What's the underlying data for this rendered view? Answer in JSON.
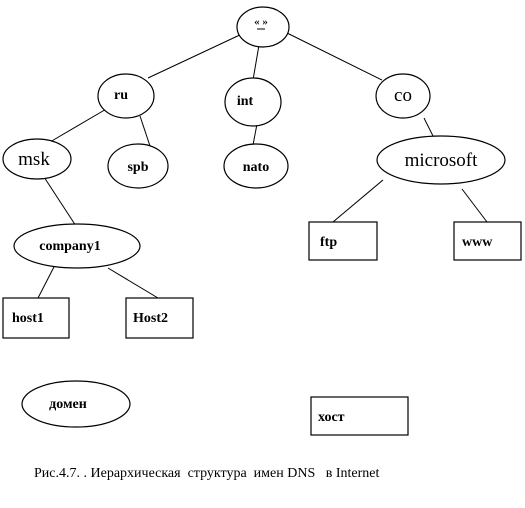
{
  "diagram": {
    "nodes": {
      "root": {
        "label": "« »",
        "shape": "ellipse"
      },
      "ru": {
        "label": "ru",
        "shape": "ellipse"
      },
      "int": {
        "label": "int",
        "shape": "ellipse"
      },
      "co": {
        "label": "co",
        "shape": "ellipse"
      },
      "msk": {
        "label": "msk",
        "shape": "ellipse"
      },
      "spb": {
        "label": "spb",
        "shape": "ellipse"
      },
      "nato": {
        "label": "nato",
        "shape": "ellipse"
      },
      "microsoft": {
        "label": "microsoft",
        "shape": "ellipse"
      },
      "company1": {
        "label": "company1",
        "shape": "ellipse"
      },
      "ftp": {
        "label": "ftp",
        "shape": "rect"
      },
      "www": {
        "label": "www",
        "shape": "rect"
      },
      "host1": {
        "label": "host1",
        "shape": "rect"
      },
      "host2": {
        "label": "Host2",
        "shape": "rect"
      }
    },
    "edges": [
      [
        "root",
        "ru"
      ],
      [
        "root",
        "int"
      ],
      [
        "root",
        "co"
      ],
      [
        "ru",
        "msk"
      ],
      [
        "ru",
        "spb"
      ],
      [
        "int",
        "nato"
      ],
      [
        "co",
        "microsoft"
      ],
      [
        "msk",
        "company1"
      ],
      [
        "company1",
        "host1"
      ],
      [
        "company1",
        "host2"
      ],
      [
        "microsoft",
        "ftp"
      ],
      [
        "microsoft",
        "www"
      ]
    ],
    "legend": {
      "domain_label": "домен",
      "host_label": "хост"
    }
  },
  "caption": "Рис.4.7. . Иерархическая  структура  имен DNS   в Internet"
}
